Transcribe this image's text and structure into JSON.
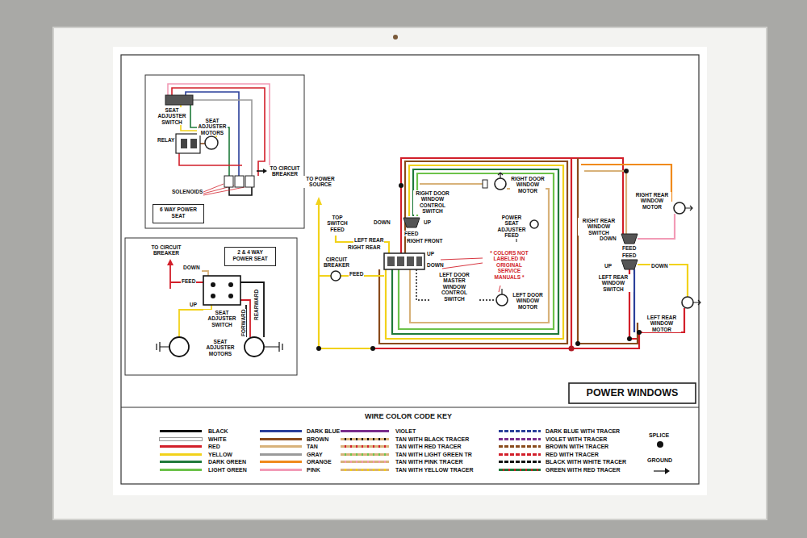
{
  "diagram": {
    "title": "POWER WINDOWS",
    "nodes": [
      {
        "text": [
          "6 WAY POWER SEAT"
        ]
      },
      {
        "text": [
          "2 & 4 WAY POWER SEAT"
        ]
      }
    ],
    "labels": [
      "SEAT ADJUSTER SWITCH",
      "SEAT ADJUSTER MOTORS",
      "RELAY",
      "TO CIRCUIT BREAKER",
      "SOLENOIDS",
      "TO CIRCUIT BREAKER",
      "DOWN",
      "FEED",
      "UP",
      "SEAT ADJUSTER SWITCH",
      "SEAT ADJUSTER MOTORS",
      "FORWARD",
      "REARWARD",
      "TO POWER SOURCE",
      "TOP SWITCH FEED",
      "CIRCUIT BREAKER",
      "FEED",
      "LEFT REAR",
      "RIGHT REAR",
      "RIGHT FRONT",
      "UP",
      "DOWN",
      "LEFT DOOR MASTER WINDOW CONTROL SWITCH",
      "* COLORS NOT LABELED IN ORIGINAL SERVICE MANUALS *",
      "LEFT DOOR WINDOW MOTOR",
      "RIGHT DOOR WINDOW MOTOR",
      "RIGHT DOOR WINDOW CONTROL SWITCH",
      "DOWN",
      "FEED",
      "UP",
      "POWER SEAT ADJUSTER FEED",
      "RIGHT REAR WINDOW MOTOR",
      "RIGHT REAR WINDOW SWITCH",
      "DOWN",
      "FEED",
      "FEED",
      "UP",
      "DOWN",
      "LEFT REAR WINDOW SWITCH",
      "LEFT REAR WINDOW MOTOR",
      "WIRE COLOR CODE KEY"
    ],
    "legend": [
      {
        "text": "BLACK",
        "color": "#111111"
      },
      {
        "text": "WHITE",
        "color": "#ffffff"
      },
      {
        "text": "RED",
        "color": "#d21f2a"
      },
      {
        "text": "YELLOW",
        "color": "#f2d21b"
      },
      {
        "text": "DARK GREEN",
        "color": "#1f7a3a"
      },
      {
        "text": "LIGHT GREEN",
        "color": "#6cc24a"
      },
      {
        "text": "DARK BLUE",
        "color": "#2a3f9a"
      },
      {
        "text": "BROWN",
        "color": "#8a4b1c"
      },
      {
        "text": "TAN",
        "color": "#d8b27a"
      },
      {
        "text": "GRAY",
        "color": "#9a9a9a"
      },
      {
        "text": "ORANGE",
        "color": "#f08a1c"
      },
      {
        "text": "PINK",
        "color": "#f29bb6"
      },
      {
        "text": "VIOLET",
        "color": "#7a2d8c"
      },
      {
        "text": "TAN WITH BLACK TRACER"
      },
      {
        "text": "TAN WITH RED TRACER"
      },
      {
        "text": "TAN WITH LIGHT GREEN TR"
      },
      {
        "text": "TAN WITH PINK TRACER"
      },
      {
        "text": "TAN WITH YELLOW TRACER"
      },
      {
        "text": "DARK BLUE WITH TRACER"
      },
      {
        "text": "VIOLET WITH TRACER"
      },
      {
        "text": "BROWN WITH TRACER"
      },
      {
        "text": "RED WITH TRACER"
      },
      {
        "text": "BLACK WITH WHITE TRACER"
      },
      {
        "text": "GREEN WITH RED TRACER"
      },
      {
        "text": "SPLICE"
      },
      {
        "text": "GROUND"
      }
    ]
  }
}
